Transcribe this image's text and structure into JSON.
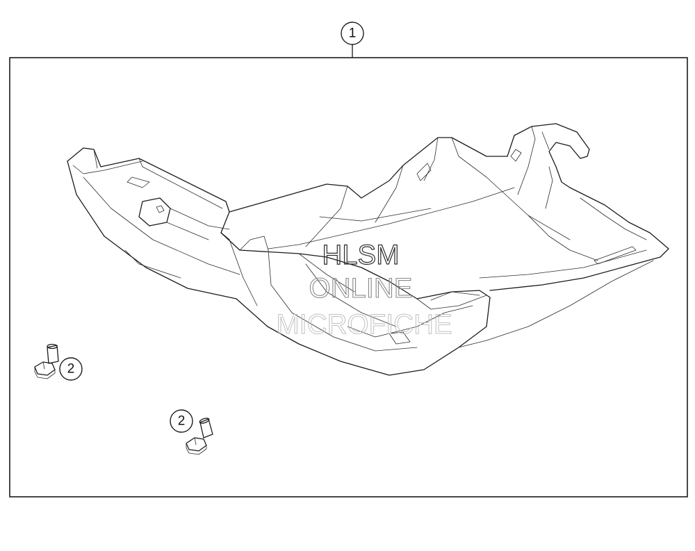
{
  "callouts": [
    {
      "number": "1",
      "part": "skid-plate"
    },
    {
      "number": "2",
      "part": "screw"
    },
    {
      "number": "2",
      "part": "screw"
    }
  ],
  "watermark": {
    "line1": "HLSM",
    "line2": "ONLINE",
    "line3": "MICROFICHE"
  }
}
